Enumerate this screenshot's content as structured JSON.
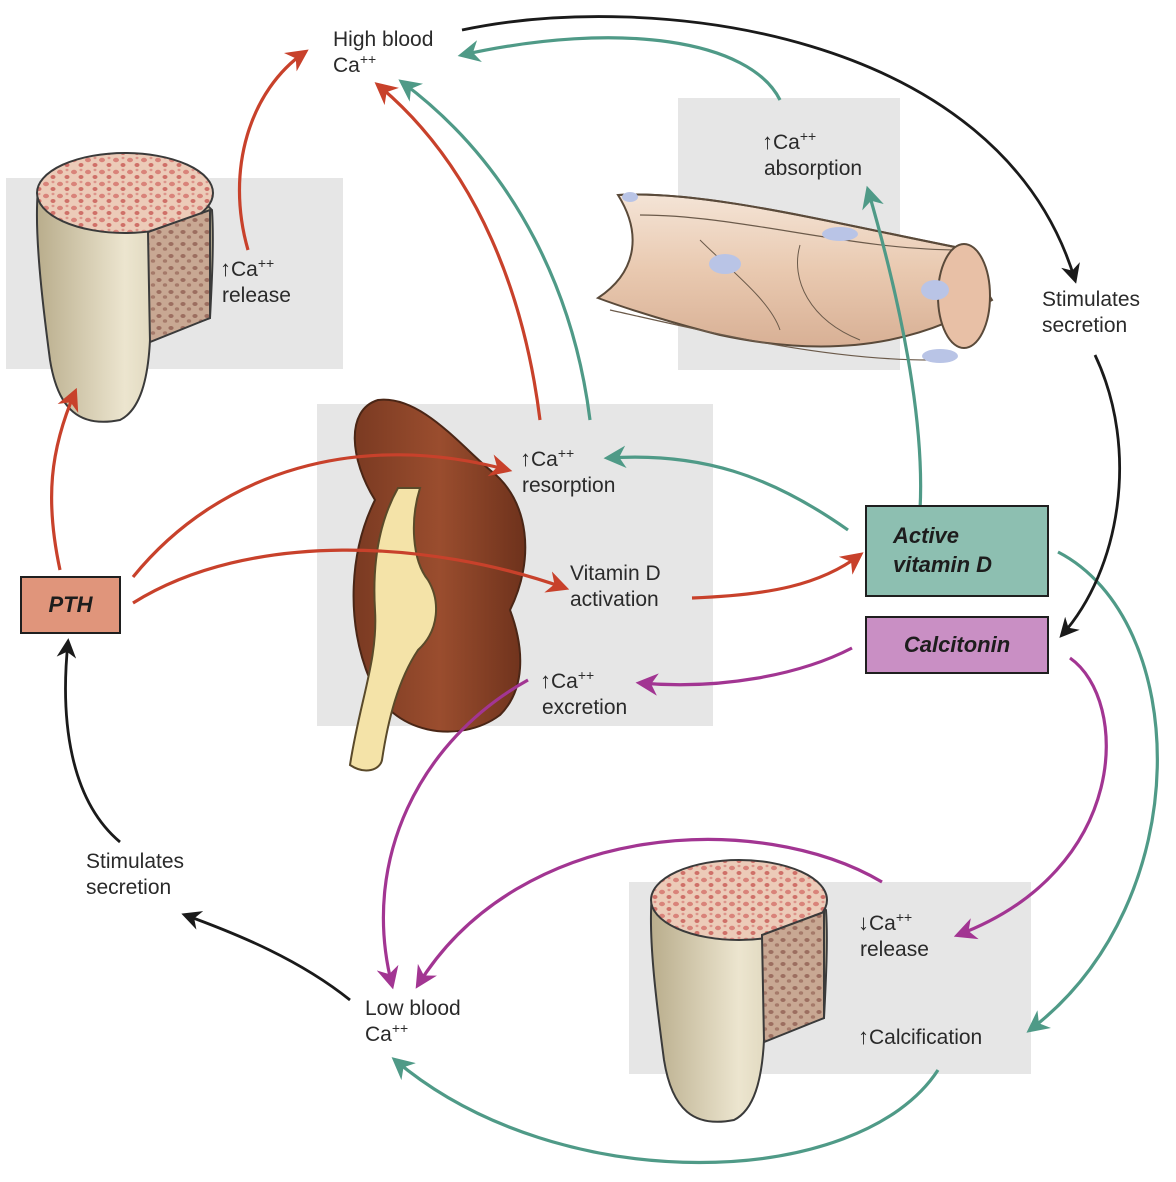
{
  "labels": {
    "high_blood_1": "High blood",
    "high_blood_2": "Ca",
    "high_blood_sup": "++",
    "bone_release_1": "Ca",
    "bone_release_sup": "++",
    "bone_release_2": "release",
    "absorption_1": "Ca",
    "absorption_sup": "++",
    "absorption_2": "absorption",
    "stim_right_1": "Stimulates",
    "stim_right_2": "secretion",
    "resorption_1": "Ca",
    "resorption_sup": "++",
    "resorption_2": "resorption",
    "vitd_act_1": "Vitamin D",
    "vitd_act_2": "activation",
    "excretion_1": "Ca",
    "excretion_sup": "++",
    "excretion_2": "excretion",
    "stim_left_1": "Stimulates",
    "stim_left_2": "secretion",
    "low_blood_1": "Low blood",
    "low_blood_2": "Ca",
    "low_blood_sup": "++",
    "dec_release_1": "Ca",
    "dec_release_sup": "++",
    "dec_release_2": "release",
    "calcification": "Calcification",
    "up_arrow": "↑",
    "down_arrow": "↓"
  },
  "boxes": {
    "pth": "PTH",
    "vitamin_d_1": "Active",
    "vitamin_d_2": "vitamin D",
    "calcitonin": "Calcitonin"
  },
  "colors": {
    "pth_red": "#c8412b",
    "vitamin_d_teal": "#4f9a87",
    "calcitonin_purple": "#a23592",
    "feedback_black": "#1a1a1a",
    "panel_gray": "#e6e6e6"
  }
}
